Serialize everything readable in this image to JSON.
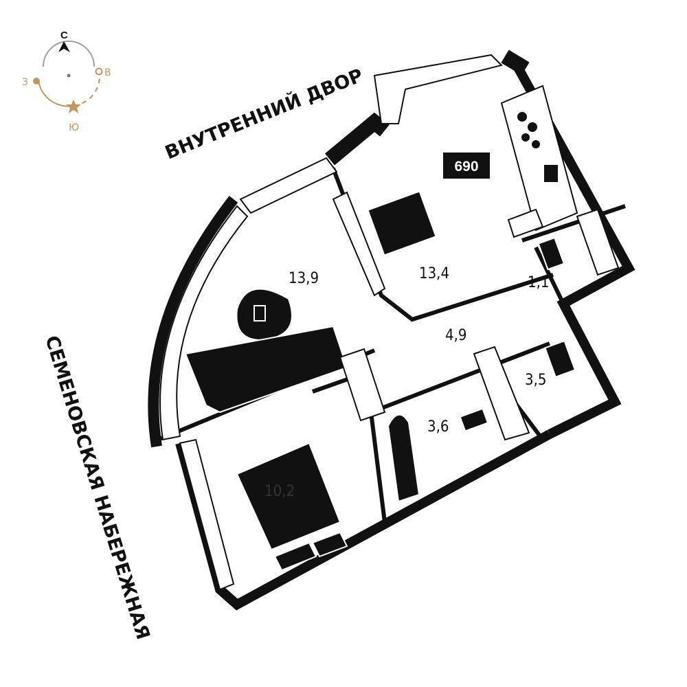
{
  "compass": {
    "north": "С",
    "east": "В",
    "south": "Ю",
    "west": "З",
    "accent_color": "#c2975e",
    "line_color": "#9aa0a6"
  },
  "streets": {
    "top": "ВНУТРЕННИЙ ДВОР",
    "left": "СЕМЕНОВСКАЯ НАБЕРЕЖНАЯ"
  },
  "apartment_number": "690",
  "rooms": {
    "living": "13,9",
    "kitchen": "13,4",
    "bathroom_small": "1,1",
    "hall": "4,9",
    "wardrobe": "3,5",
    "bathroom": "3,6",
    "bedroom": "10,2"
  }
}
